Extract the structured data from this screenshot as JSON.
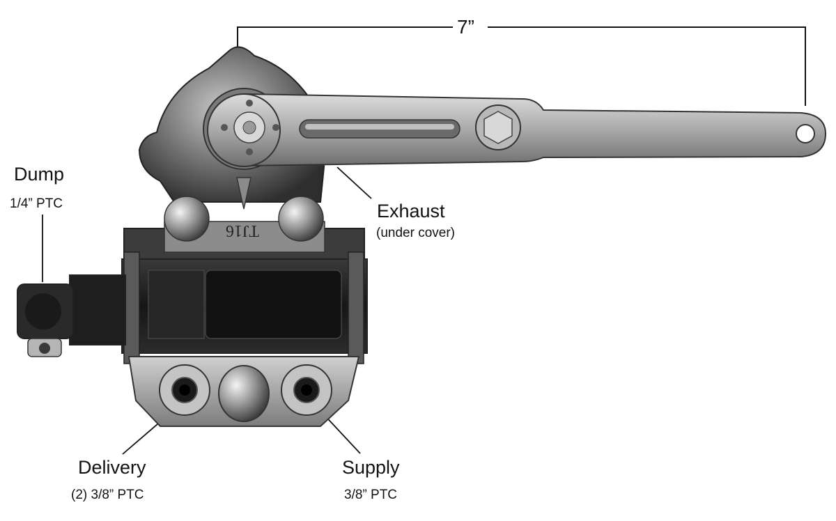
{
  "dimension": {
    "text": "7”"
  },
  "callouts": {
    "dump": {
      "title": "Dump",
      "detail": "1/4” PTC"
    },
    "exhaust": {
      "title": "Exhaust",
      "detail": "(under cover)"
    },
    "delivery": {
      "title": "Delivery",
      "detail": "(2) 3/8” PTC"
    },
    "supply": {
      "title": "Supply",
      "detail": "3/8” PTC"
    }
  },
  "body_marking": "TJ16",
  "colors": {
    "metal_light": "#bdbdbd",
    "metal_dark": "#4a4a4a",
    "body_black": "#1c1c1c",
    "line": "#111111"
  },
  "icons": {
    "subject": "height-control-valve"
  }
}
